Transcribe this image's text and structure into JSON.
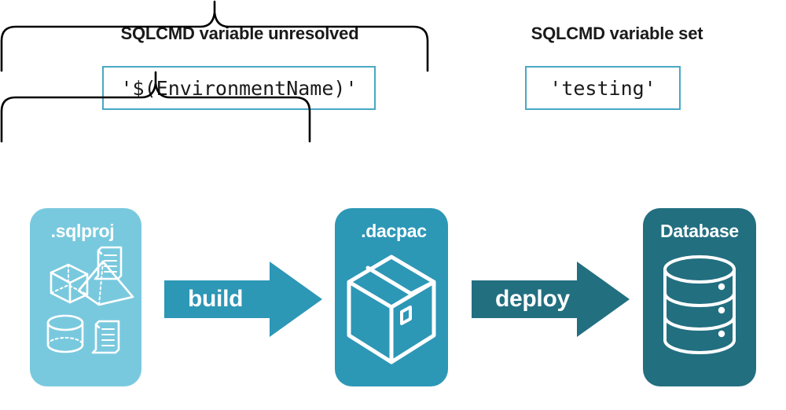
{
  "sections": [
    {
      "heading": "SQLCMD variable unresolved",
      "value": "'$(EnvironmentName)'"
    },
    {
      "heading": "SQLCMD variable set",
      "value": "'testing'"
    }
  ],
  "pipeline": {
    "stages": [
      {
        "label": ".sqlproj",
        "fill": "#79C9DE",
        "icons": [
          "cube-icon",
          "pyramid-icon",
          "cylinder-icon",
          "script-icon",
          "script-icon"
        ]
      },
      {
        "label": ".dacpac",
        "fill": "#2D97B6",
        "icons": [
          "package-box-icon"
        ]
      },
      {
        "label": "Database",
        "fill": "#226F80",
        "icons": [
          "database-cylinder-icon"
        ]
      }
    ],
    "arrows": [
      {
        "label": "build",
        "fill": "#2D97B6"
      },
      {
        "label": "deploy",
        "fill": "#226F80"
      }
    ]
  },
  "colors": {
    "accent_border": "#49A8C4",
    "light_teal": "#79C9DE",
    "mid_teal": "#2D97B6",
    "dark_teal": "#226F80",
    "brace_stroke": "#000000",
    "text_dark": "#1a1a1a",
    "background": "#ffffff"
  }
}
